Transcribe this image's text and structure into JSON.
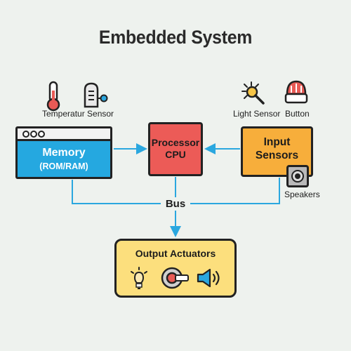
{
  "title": "Embedded System",
  "labels": {
    "temperature_sensor": "Temperatur Sensor",
    "light_sensor": "Light Sensor",
    "button": "Button",
    "speakers": "Speakers",
    "bus": "Bus"
  },
  "blocks": {
    "memory": {
      "title": "Memory",
      "subtitle": "(ROM/RAM)"
    },
    "processor": {
      "line1": "Processor",
      "line2": "CPU"
    },
    "input": {
      "line1": "Input",
      "line2": "Sensors"
    },
    "output": {
      "title": "Output Actuators"
    }
  },
  "colors": {
    "line": "#2aa7df",
    "memory": "#25a8e0",
    "processor": "#ec5b57",
    "input": "#f7ae3b",
    "output": "#fcdf7d",
    "background": "#eef2ee"
  },
  "icons": [
    "thermometer-icon",
    "sensor-probe-icon",
    "light-bulb-icon",
    "magnifier-icon",
    "button-dome-icon",
    "speaker-icon",
    "motor-icon",
    "sound-icon"
  ]
}
